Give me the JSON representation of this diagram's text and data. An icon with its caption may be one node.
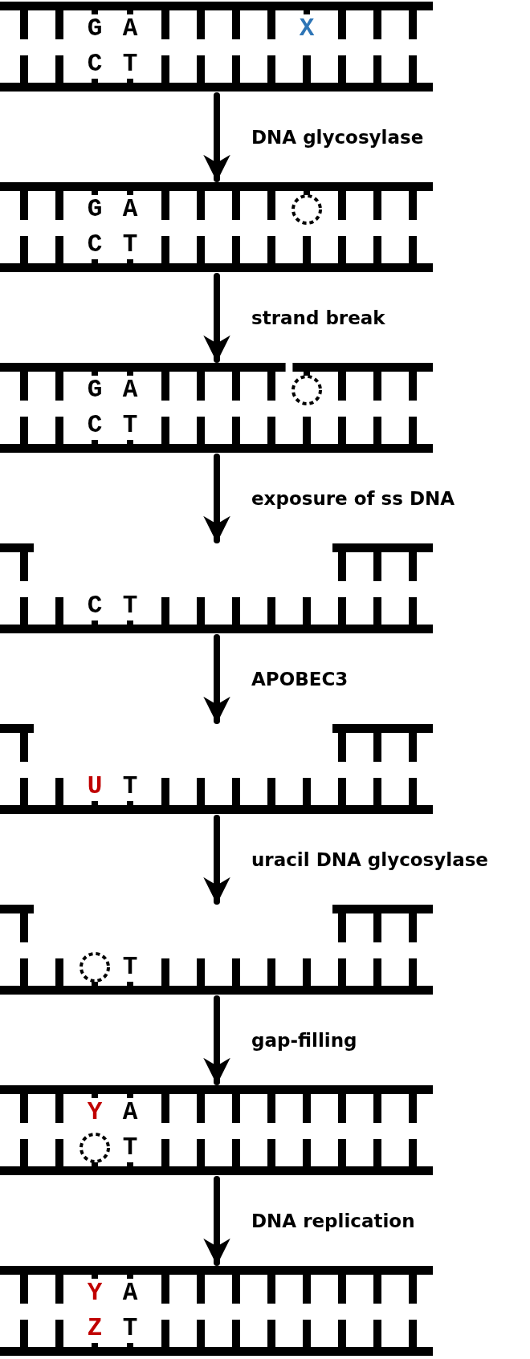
{
  "diagram": {
    "nodes": [
      {
        "text": [
          "G",
          "A",
          "X",
          "C",
          "T"
        ]
      },
      {
        "text": [
          "G",
          "A",
          "C",
          "T"
        ]
      },
      {
        "text": [
          "G",
          "A",
          "C",
          "T"
        ]
      },
      {
        "text": [
          "C",
          "T"
        ]
      },
      {
        "text": [
          "U",
          "T"
        ]
      },
      {
        "text": [
          "T"
        ]
      },
      {
        "text": [
          "Y",
          "A",
          "T"
        ]
      },
      {
        "text": [
          "Y",
          "A",
          "Z",
          "T"
        ]
      }
    ],
    "edges": [
      {
        "from": 0,
        "to": 1,
        "arrow": "to",
        "label": "DNA glycosylase"
      },
      {
        "from": 1,
        "to": 2,
        "arrow": "to",
        "label": "strand break"
      },
      {
        "from": 2,
        "to": 3,
        "arrow": "to",
        "label": "exposure of ss DNA"
      },
      {
        "from": 3,
        "to": 4,
        "arrow": "to",
        "label": "APOBEC3"
      },
      {
        "from": 4,
        "to": 5,
        "arrow": "to",
        "label": "uracil DNA glycosylase"
      },
      {
        "from": 5,
        "to": 6,
        "arrow": "to",
        "label": "gap-filling"
      },
      {
        "from": 6,
        "to": 7,
        "arrow": "to",
        "label": "DNA replication"
      }
    ]
  }
}
